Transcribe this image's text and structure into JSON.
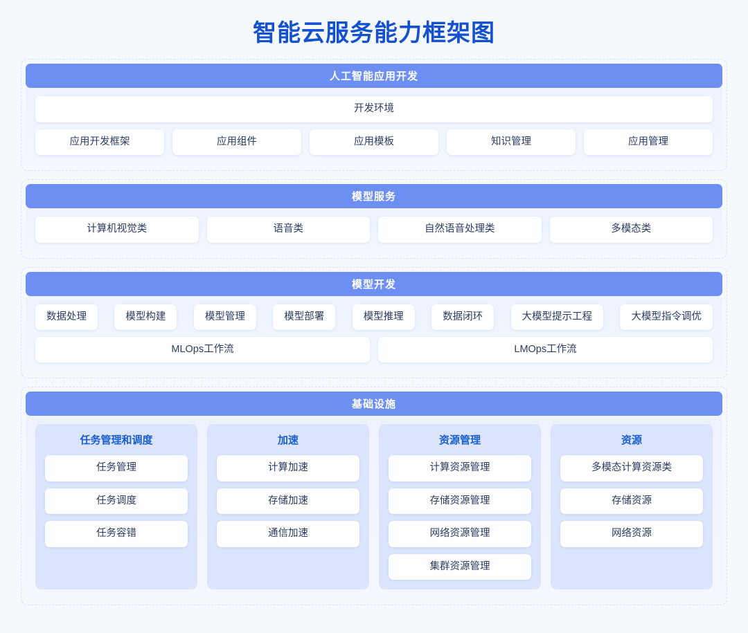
{
  "title": "智能云服务能力框架图",
  "colors": {
    "page_bg": "#f5f8fd",
    "title": "#1351cf",
    "header_bar": "#6e8ff2",
    "section_body": "#edf2fd",
    "infra_column": "#dbe4fb",
    "infra_heading": "#1a5fd0",
    "box_text": "#2d3c63",
    "box_bg": "#ffffff"
  },
  "sections": [
    {
      "header": "人工智能应用开发",
      "full_row": "开发环境",
      "items": [
        "应用开发框架",
        "应用组件",
        "应用模板",
        "知识管理",
        "应用管理"
      ]
    },
    {
      "header": "模型服务",
      "items": [
        "计算机视觉类",
        "语音类",
        "自然语音处理类",
        "多模态类"
      ]
    },
    {
      "header": "模型开发",
      "items": [
        "数据处理",
        "模型构建",
        "模型管理",
        "模型部署",
        "模型推理",
        "数据闭环",
        "大模型提示工程",
        "大模型指令调优"
      ],
      "workflows": [
        "MLOps工作流",
        "LMOps工作流"
      ]
    },
    {
      "header": "基础设施",
      "columns": [
        {
          "heading": "任务管理和调度",
          "items": [
            "任务管理",
            "任务调度",
            "任务容错"
          ]
        },
        {
          "heading": "加速",
          "items": [
            "计算加速",
            "存储加速",
            "通信加速"
          ]
        },
        {
          "heading": "资源管理",
          "items": [
            "计算资源管理",
            "存储资源管理",
            "网络资源管理",
            "集群资源管理"
          ]
        },
        {
          "heading": "资源",
          "items": [
            "多模态计算资源类",
            "存储资源",
            "网络资源"
          ]
        }
      ]
    }
  ]
}
